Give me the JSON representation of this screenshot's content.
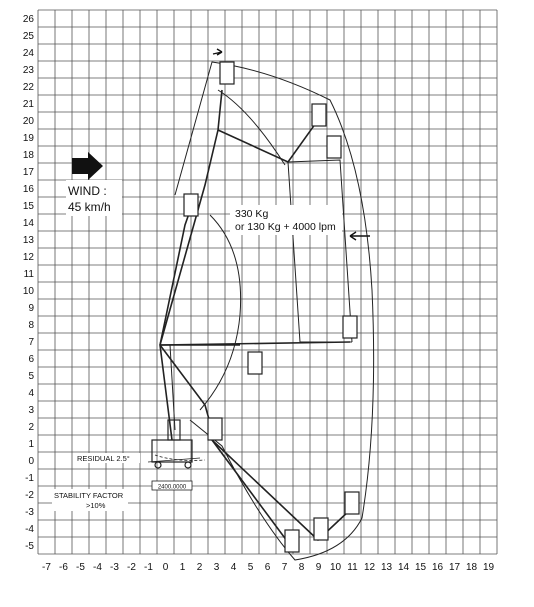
{
  "axes": {
    "x_ticks": [
      "-7",
      "-6",
      "-5",
      "-4",
      "-3",
      "-2",
      "-1",
      "0",
      "1",
      "2",
      "3",
      "4",
      "5",
      "6",
      "7",
      "8",
      "9",
      "10",
      "11",
      "12",
      "13",
      "14",
      "15",
      "16",
      "17",
      "18",
      "19"
    ],
    "y_ticks": [
      "26",
      "25",
      "24",
      "23",
      "22",
      "21",
      "20",
      "19",
      "18",
      "17",
      "16",
      "15",
      "14",
      "13",
      "12",
      "11",
      "10",
      "9",
      "8",
      "7",
      "6",
      "5",
      "4",
      "3",
      "2",
      "1",
      "0",
      "-1",
      "-2",
      "-3",
      "-4",
      "-5"
    ],
    "x_range": [
      -7.5,
      19.5
    ],
    "y_range": [
      -5.6,
      26.4
    ],
    "grid": true
  },
  "annotations": {
    "wind_label": "WIND :",
    "wind_value": "45 km/h",
    "load_line1": "330 Kg",
    "load_line2": "or 130 Kg + 4000 lpm",
    "residual": "RESIDUAL 2.5°",
    "stability_line1": "STABILITY FACTOR",
    "stability_line2": ">10%",
    "base_width": "2400.0000"
  },
  "colors": {
    "grid": "#555555",
    "drawing": "#222222",
    "background": "#ffffff"
  },
  "icons": [
    "wind-arrow-icon",
    "load-arrow-icon",
    "basket-icon",
    "vehicle-icon"
  ]
}
